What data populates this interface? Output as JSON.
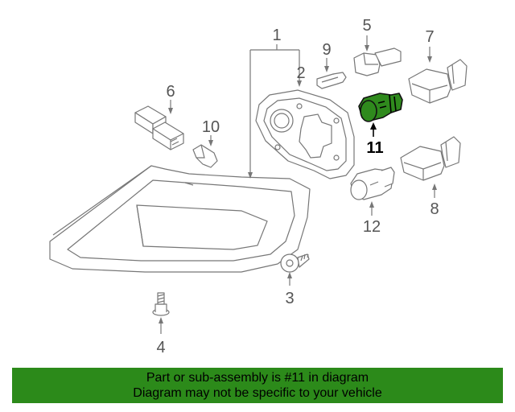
{
  "callouts": {
    "c1": "1",
    "c2": "2",
    "c3": "3",
    "c4": "4",
    "c5": "5",
    "c6": "6",
    "c7": "7",
    "c8": "8",
    "c9": "9",
    "c10": "10",
    "c11": "11",
    "c12": "12"
  },
  "highlighted_part": "11",
  "colors": {
    "highlight": "#2f8a1d",
    "banner": "#2c8a1a"
  },
  "banner": {
    "line1": "Part or sub-assembly is #11 in diagram",
    "line2": "Diagram may not be specific to your vehicle"
  }
}
